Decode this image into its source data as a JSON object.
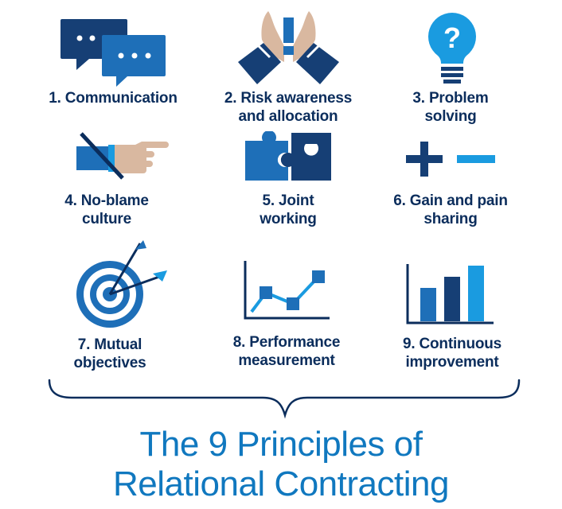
{
  "principles": [
    {
      "label_lines": [
        "1. Communication"
      ],
      "icon": "speech-bubbles-icon"
    },
    {
      "label_lines": [
        "2. Risk awareness",
        "and allocation"
      ],
      "icon": "cupped-hands-exclamation-icon"
    },
    {
      "label_lines": [
        "3. Problem",
        "solving"
      ],
      "icon": "lightbulb-question-icon"
    },
    {
      "label_lines": [
        "4. No-blame",
        "culture"
      ],
      "icon": "crossed-pointing-hand-icon"
    },
    {
      "label_lines": [
        "5. Joint",
        "working"
      ],
      "icon": "jigsaw-pieces-icon"
    },
    {
      "label_lines": [
        "6. Gain and pain",
        "sharing"
      ],
      "icon": "plus-minus-icon"
    },
    {
      "label_lines": [
        "7. Mutual",
        "objectives"
      ],
      "icon": "target-darts-icon"
    },
    {
      "label_lines": [
        "8. Performance",
        "measurement"
      ],
      "icon": "line-chart-icon"
    },
    {
      "label_lines": [
        "9. Continuous",
        "improvement"
      ],
      "icon": "bar-chart-icon"
    }
  ],
  "title_lines": [
    "The 9 Principles of",
    "Relational Contracting"
  ],
  "colors": {
    "navy": "#0b2d5c",
    "dark_blue": "#163f75",
    "mid_blue": "#1e6fb8",
    "light_blue": "#1a9be0",
    "skin": "#d9b8a0",
    "title_blue": "#1078bf"
  }
}
